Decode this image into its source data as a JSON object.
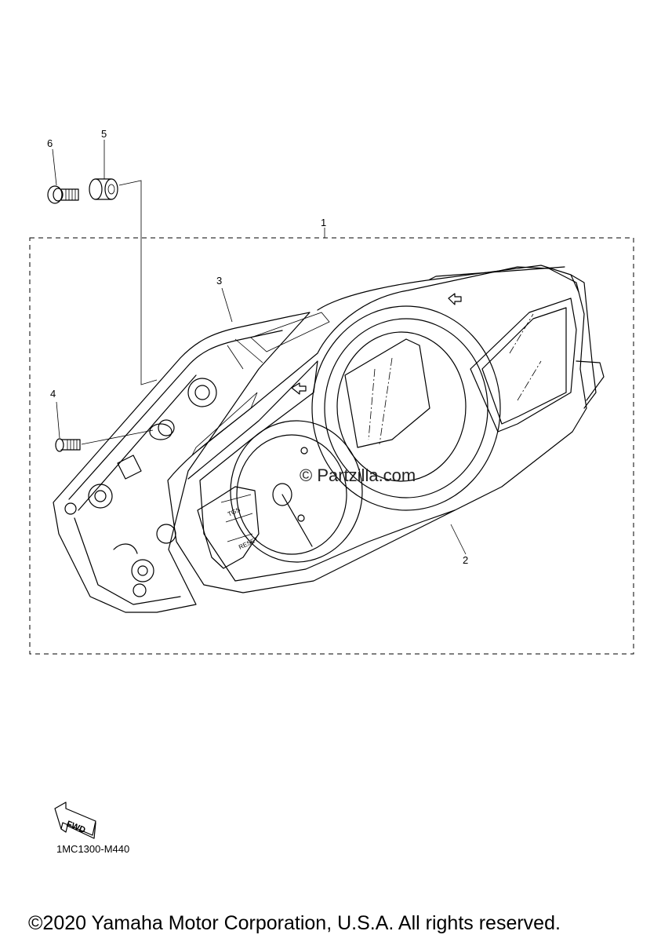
{
  "diagram": {
    "callouts": [
      {
        "id": "1",
        "label": "1"
      },
      {
        "id": "2",
        "label": "2"
      },
      {
        "id": "3",
        "label": "3"
      },
      {
        "id": "4",
        "label": "4"
      },
      {
        "id": "5",
        "label": "5"
      },
      {
        "id": "6",
        "label": "6"
      }
    ],
    "watermark": "© Partzilla.com",
    "button_labels": {
      "tgs": "TGS",
      "reset": "RESET"
    },
    "fwd_arrow_text": "FWD",
    "part_code": "1MC1300-M440",
    "copyright": "©2020 Yamaha Motor Corporation, U.S.A. All rights reserved."
  }
}
